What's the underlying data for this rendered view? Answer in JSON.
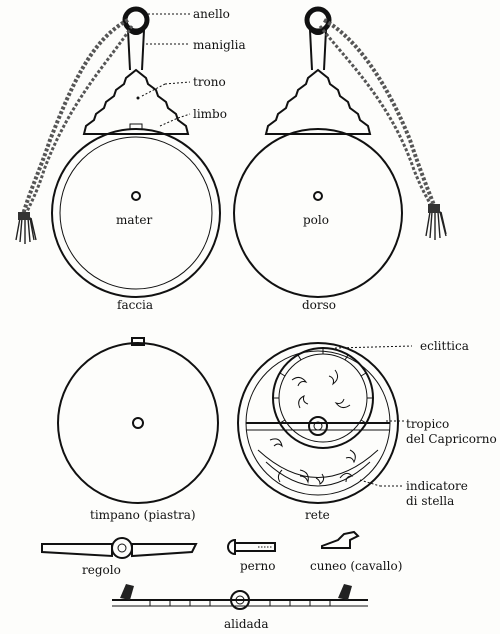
{
  "labels": {
    "anello": "anello",
    "maniglia": "maniglia",
    "trono": "trono",
    "limbo": "limbo",
    "mater": "mater",
    "polo": "polo",
    "faccia": "faccia",
    "dorso": "dorso",
    "eclittica": "eclittica",
    "tropico_line1": "tropico",
    "tropico_line2": "del Capricorno",
    "indicatore_line1": "indicatore",
    "indicatore_line2": "di stella",
    "timpano": "timpano (piastra)",
    "rete": "rete",
    "regolo": "regolo",
    "perno": "perno",
    "cuneo": "cuneo (cavallo)",
    "alidada": "alidada"
  }
}
